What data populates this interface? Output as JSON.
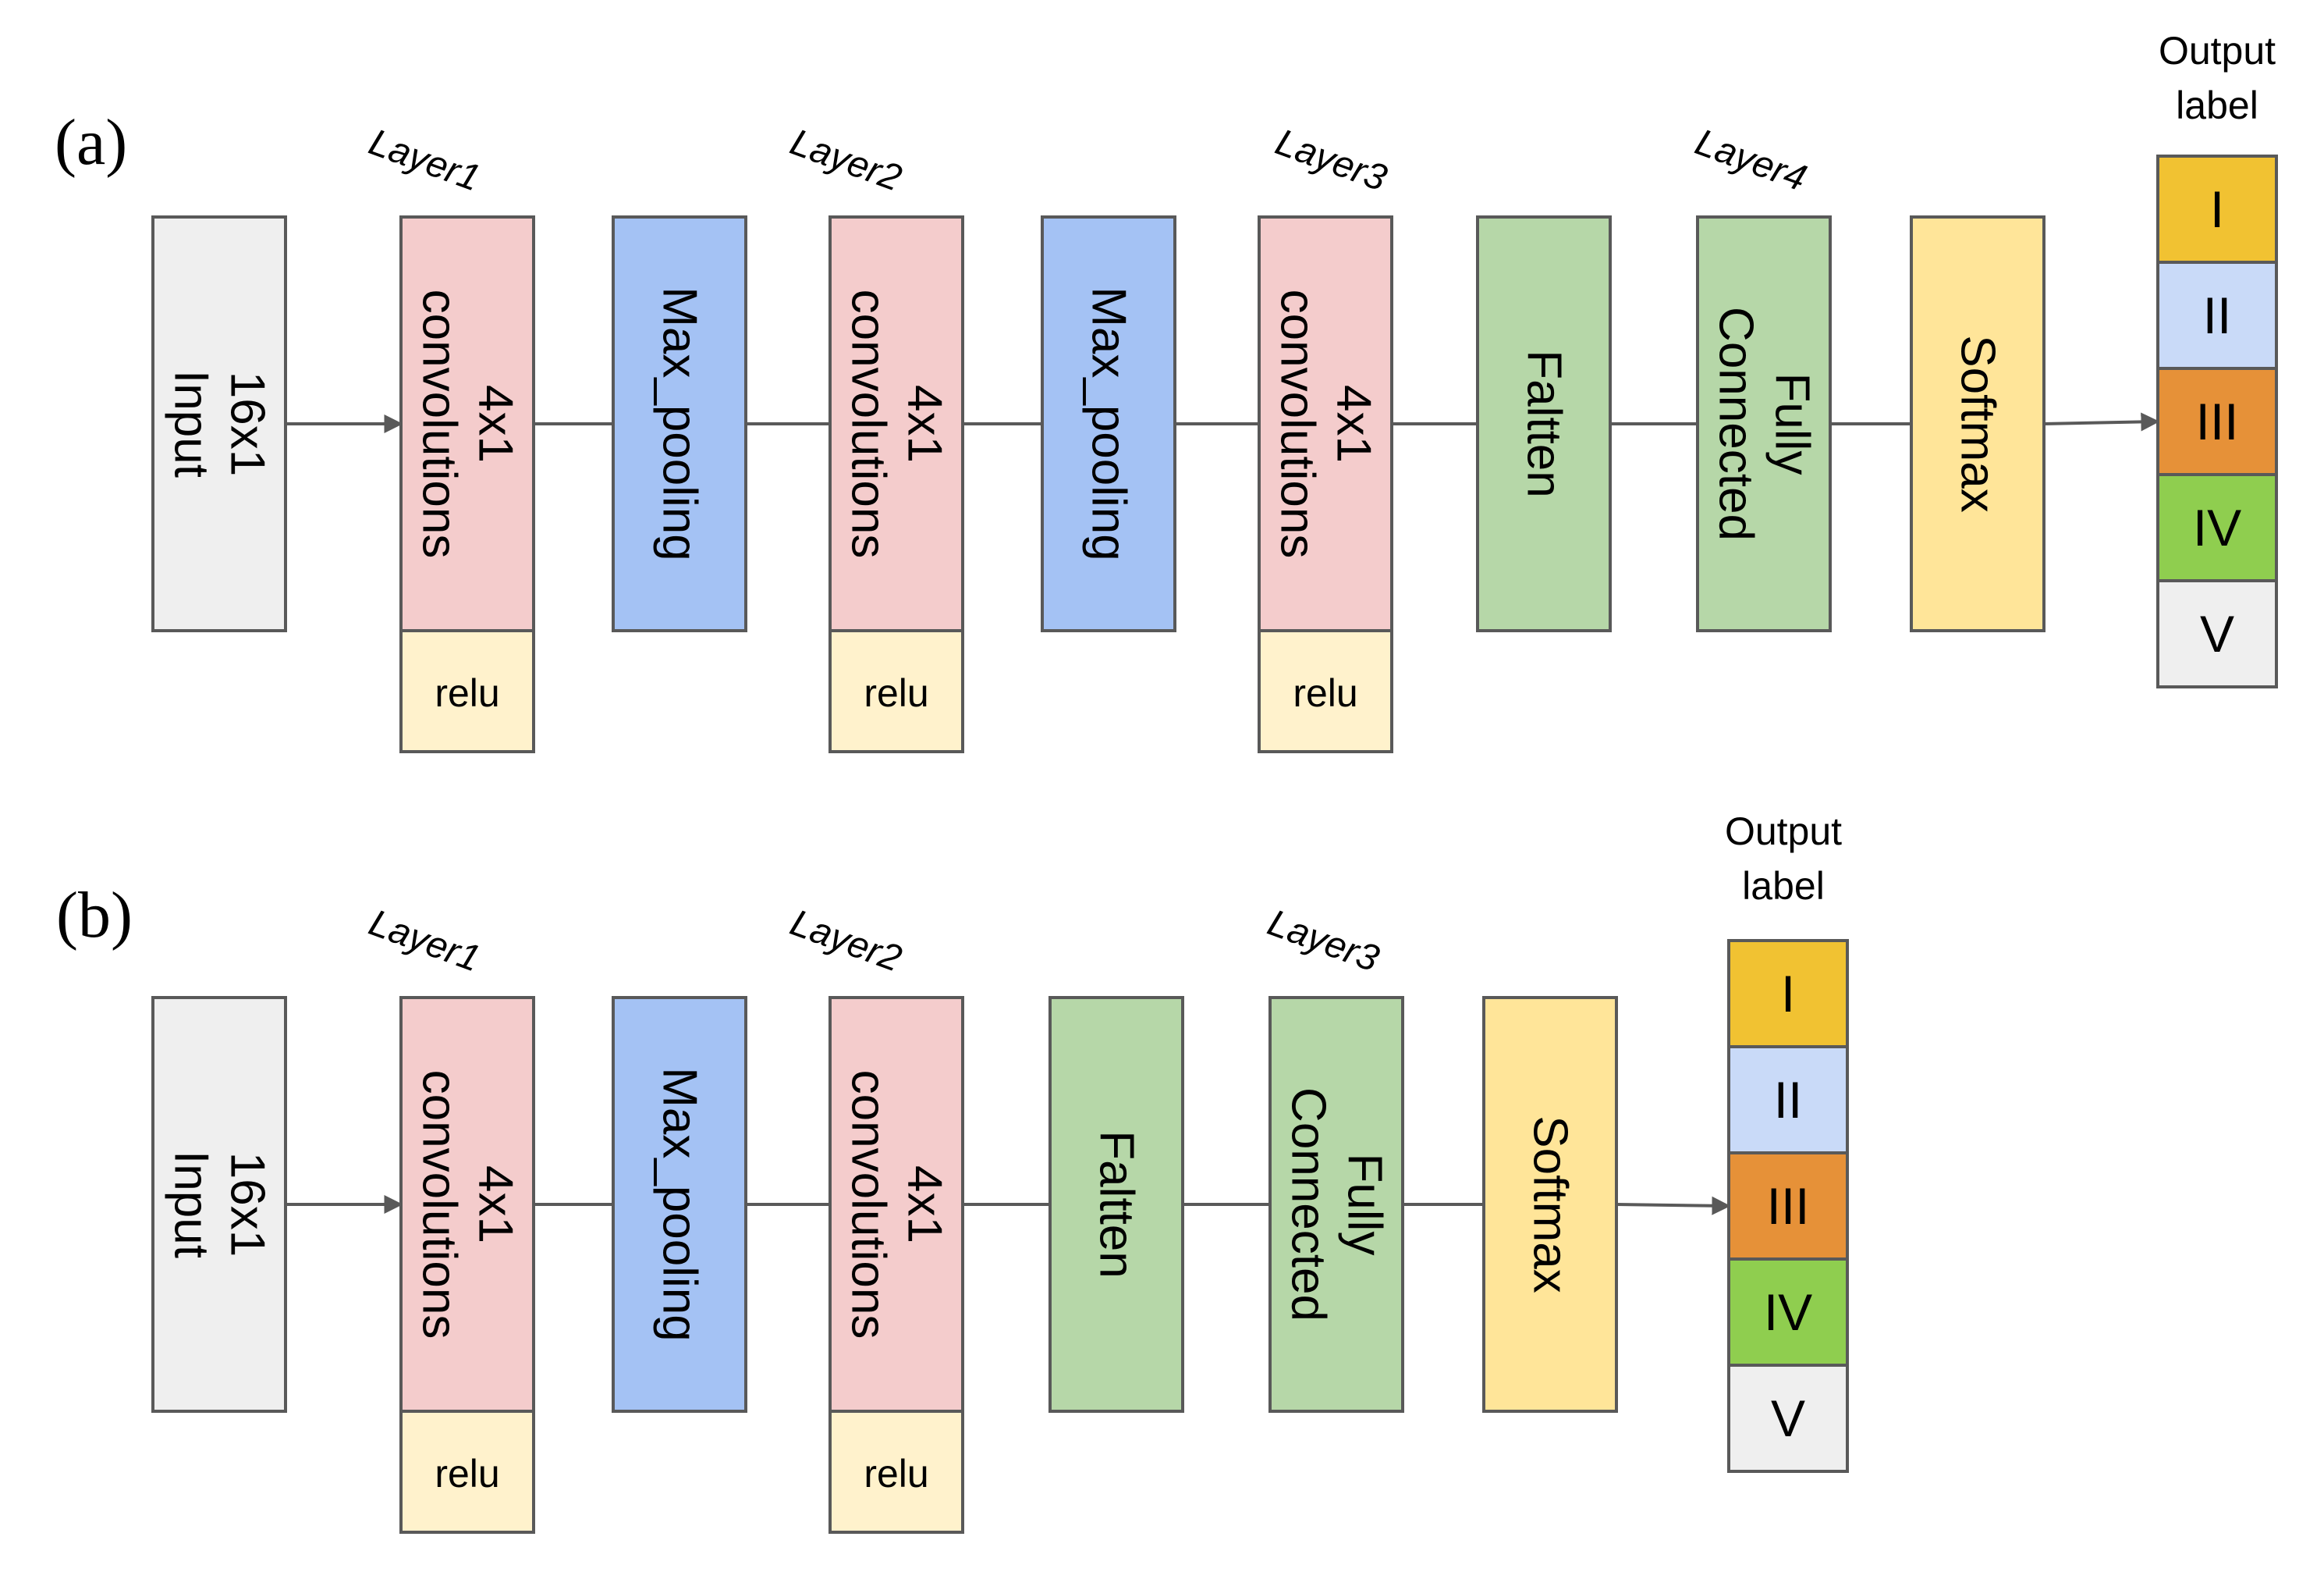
{
  "colors": {
    "input": "#efefef",
    "conv": "#f4cccc",
    "pool": "#a4c2f4",
    "flatten": "#b6d7a8",
    "softmax": "#ffe599",
    "relu": "#fff2cc",
    "border": "#595959"
  },
  "class_colors": [
    "#f1c232",
    "#c9daf8",
    "#e69138",
    "#8fce4f",
    "#efefef"
  ],
  "panels": [
    {
      "label": "(a)",
      "layer_labels": [
        "Layer1",
        "Layer2",
        "Layer3",
        "Layer4"
      ],
      "blocks": [
        {
          "kind": "input",
          "lines": [
            "16x1",
            "Input"
          ]
        },
        {
          "kind": "conv",
          "lines": [
            "4x1",
            "convolutions"
          ],
          "relu": "relu"
        },
        {
          "kind": "pool",
          "lines": [
            "Max_pooling"
          ]
        },
        {
          "kind": "conv",
          "lines": [
            "4x1",
            "convolutions"
          ],
          "relu": "relu"
        },
        {
          "kind": "pool",
          "lines": [
            "Max_pooling"
          ]
        },
        {
          "kind": "conv",
          "lines": [
            "4x1",
            "convolutions"
          ],
          "relu": "relu"
        },
        {
          "kind": "flatten",
          "lines": [
            "Faltten"
          ]
        },
        {
          "kind": "flatten",
          "lines": [
            "Fully",
            "Connected"
          ]
        },
        {
          "kind": "softmax",
          "lines": [
            "Softmax"
          ]
        }
      ],
      "output": {
        "title": [
          "Output",
          "label"
        ],
        "classes": [
          "I",
          "II",
          "III",
          "IV",
          "V"
        ]
      }
    },
    {
      "label": "(b)",
      "layer_labels": [
        "Layer1",
        "Layer2",
        "Layer3"
      ],
      "blocks": [
        {
          "kind": "input",
          "lines": [
            "16x1",
            "Input"
          ]
        },
        {
          "kind": "conv",
          "lines": [
            "4x1",
            "convolutions"
          ],
          "relu": "relu"
        },
        {
          "kind": "pool",
          "lines": [
            "Max_pooling"
          ]
        },
        {
          "kind": "conv",
          "lines": [
            "4x1",
            "convolutions"
          ],
          "relu": "relu"
        },
        {
          "kind": "flatten",
          "lines": [
            "Faltten"
          ]
        },
        {
          "kind": "flatten",
          "lines": [
            "Fully",
            "Connected"
          ]
        },
        {
          "kind": "softmax",
          "lines": [
            "Softmax"
          ]
        }
      ],
      "output": {
        "title": [
          "Output",
          "label"
        ],
        "classes": [
          "I",
          "II",
          "III",
          "IV",
          "V"
        ]
      }
    }
  ]
}
